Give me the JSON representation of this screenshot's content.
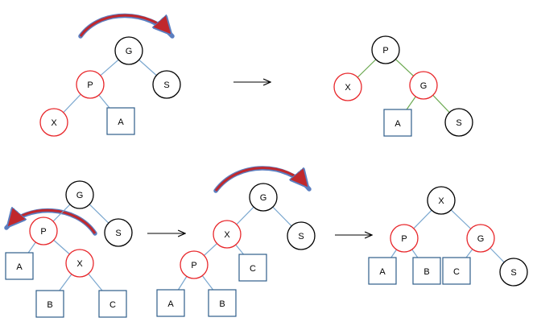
{
  "colors": {
    "black_node": "#000000",
    "red_node": "#e8262a",
    "subtree_box": "#2e5d8a",
    "edge_blue": "#7aa7cf",
    "edge_green": "#6aa84f",
    "rotation_arrow": "#5b7fc1",
    "rotation_arrow_fill": "#c0282d"
  },
  "diagrams": {
    "case1_before": {
      "nodes": [
        {
          "id": "G",
          "label": "G",
          "kind": "black"
        },
        {
          "id": "P",
          "label": "P",
          "kind": "red"
        },
        {
          "id": "S",
          "label": "S",
          "kind": "black"
        },
        {
          "id": "X",
          "label": "X",
          "kind": "red"
        },
        {
          "id": "A",
          "label": "A",
          "kind": "box"
        }
      ],
      "edges": [
        [
          "G",
          "P"
        ],
        [
          "G",
          "S"
        ],
        [
          "P",
          "X"
        ],
        [
          "P",
          "A"
        ]
      ],
      "rotation": "right"
    },
    "case1_after": {
      "nodes": [
        {
          "id": "P",
          "label": "P",
          "kind": "black"
        },
        {
          "id": "X",
          "label": "X",
          "kind": "red"
        },
        {
          "id": "G",
          "label": "G",
          "kind": "red"
        },
        {
          "id": "A",
          "label": "A",
          "kind": "box"
        },
        {
          "id": "S",
          "label": "S",
          "kind": "black"
        }
      ],
      "edges": [
        [
          "P",
          "X"
        ],
        [
          "P",
          "G"
        ],
        [
          "G",
          "A"
        ],
        [
          "G",
          "S"
        ]
      ]
    },
    "case2_before": {
      "nodes": [
        {
          "id": "G",
          "label": "G",
          "kind": "black"
        },
        {
          "id": "P",
          "label": "P",
          "kind": "red"
        },
        {
          "id": "S",
          "label": "S",
          "kind": "black"
        },
        {
          "id": "A",
          "label": "A",
          "kind": "box"
        },
        {
          "id": "X",
          "label": "X",
          "kind": "red"
        },
        {
          "id": "B",
          "label": "B",
          "kind": "box"
        },
        {
          "id": "C",
          "label": "C",
          "kind": "box"
        }
      ],
      "edges": [
        [
          "G",
          "P"
        ],
        [
          "G",
          "S"
        ],
        [
          "P",
          "A"
        ],
        [
          "P",
          "X"
        ],
        [
          "X",
          "B"
        ],
        [
          "X",
          "C"
        ]
      ],
      "rotation": "left"
    },
    "case2_mid": {
      "nodes": [
        {
          "id": "G",
          "label": "G",
          "kind": "black"
        },
        {
          "id": "X",
          "label": "X",
          "kind": "red"
        },
        {
          "id": "S",
          "label": "S",
          "kind": "black"
        },
        {
          "id": "P",
          "label": "P",
          "kind": "red"
        },
        {
          "id": "C",
          "label": "C",
          "kind": "box"
        },
        {
          "id": "A",
          "label": "A",
          "kind": "box"
        },
        {
          "id": "B",
          "label": "B",
          "kind": "box"
        }
      ],
      "edges": [
        [
          "G",
          "X"
        ],
        [
          "G",
          "S"
        ],
        [
          "X",
          "P"
        ],
        [
          "X",
          "C"
        ],
        [
          "P",
          "A"
        ],
        [
          "P",
          "B"
        ]
      ],
      "rotation": "right"
    },
    "case2_after": {
      "nodes": [
        {
          "id": "X",
          "label": "X",
          "kind": "black"
        },
        {
          "id": "P",
          "label": "P",
          "kind": "red"
        },
        {
          "id": "G",
          "label": "G",
          "kind": "red"
        },
        {
          "id": "A",
          "label": "A",
          "kind": "box"
        },
        {
          "id": "B",
          "label": "B",
          "kind": "box"
        },
        {
          "id": "C",
          "label": "C",
          "kind": "box"
        },
        {
          "id": "S",
          "label": "S",
          "kind": "black"
        }
      ],
      "edges": [
        [
          "X",
          "P"
        ],
        [
          "X",
          "G"
        ],
        [
          "P",
          "A"
        ],
        [
          "P",
          "B"
        ],
        [
          "G",
          "C"
        ],
        [
          "G",
          "S"
        ]
      ]
    }
  }
}
